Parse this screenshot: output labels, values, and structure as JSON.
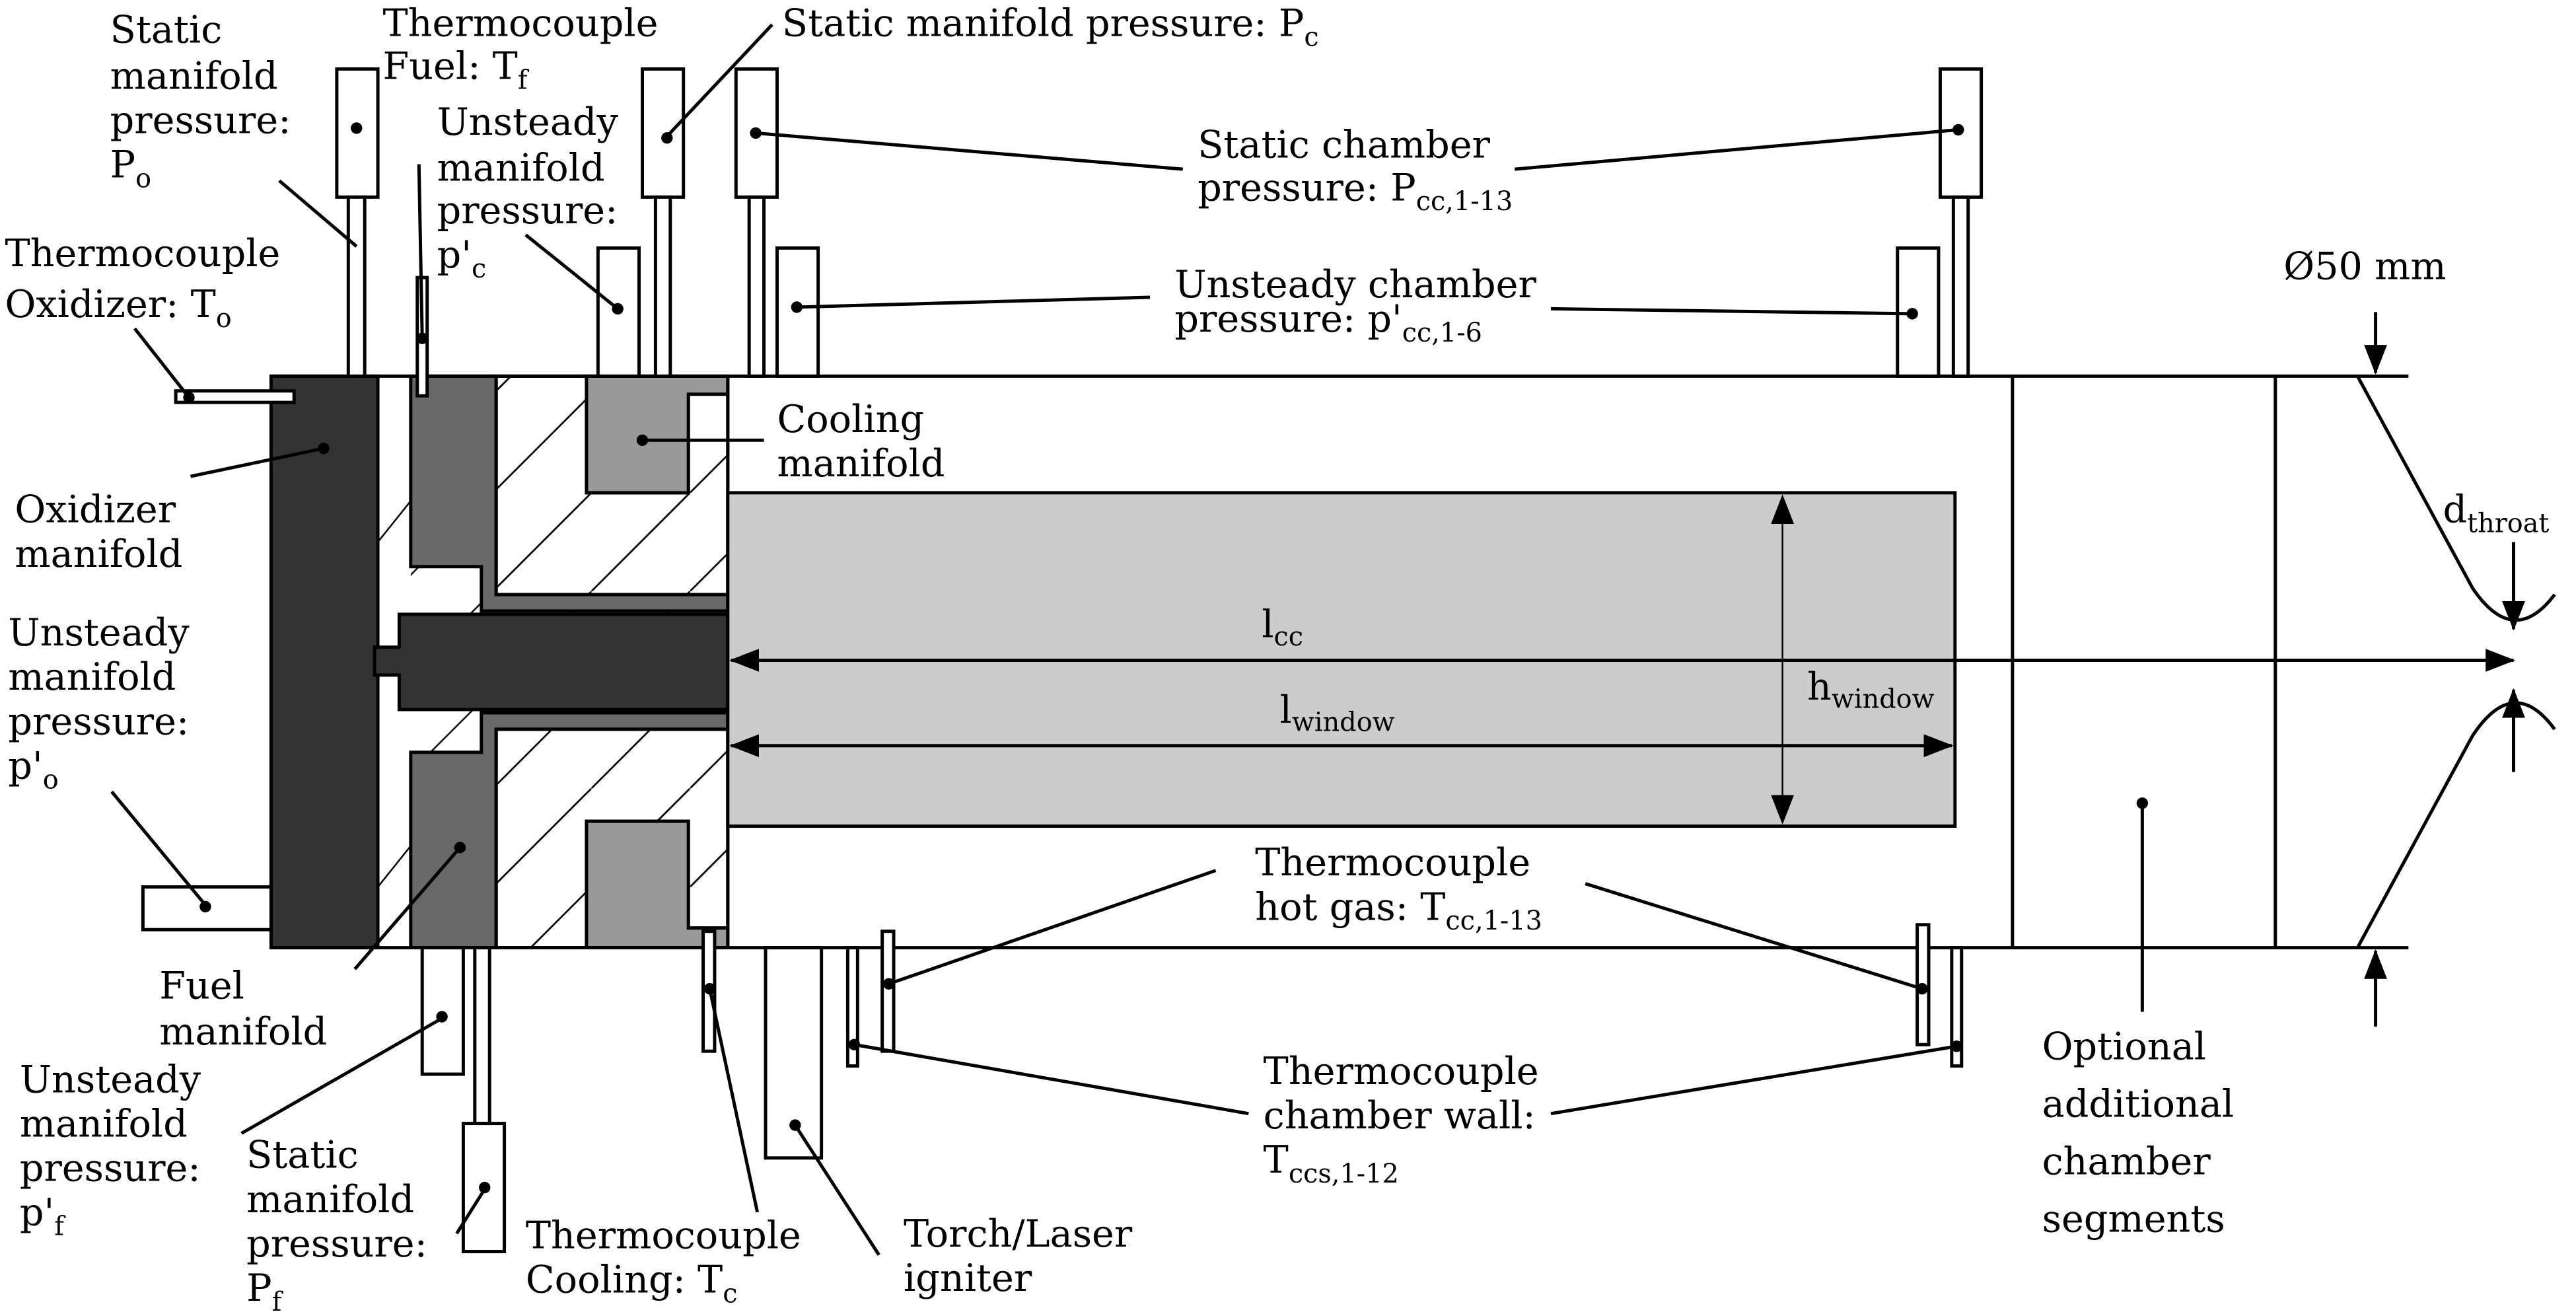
{
  "figure": {
    "description": "Schematic of combustion chamber test rig with instrumentation",
    "colors": {
      "oxidizer_manifold": "#333333",
      "fuel_manifold": "#696969",
      "cooling_manifold": "#999999",
      "window": "#cccccc",
      "line": "#000000",
      "background": "#ffffff"
    }
  },
  "labels": {
    "static_po": {
      "lines": [
        "Static",
        "manifold",
        "pressure:"
      ],
      "symbol": "P",
      "subscript": "o"
    },
    "tc_fuel": {
      "line1": "Thermocouple",
      "line2_prefix": "Fuel: ",
      "symbol": "T",
      "subscript": "f"
    },
    "static_pc": {
      "prefix": "Static manifold pressure: ",
      "symbol": "P",
      "subscript": "c"
    },
    "unsteady_pc": {
      "lines": [
        "Unsteady",
        "manifold",
        "pressure:"
      ],
      "symbol": "p'",
      "subscript": "c"
    },
    "static_pcc": {
      "line1": "Static chamber",
      "line2_prefix": "pressure: ",
      "symbol": "P",
      "subscript": "cc,1-13"
    },
    "unsteady_pcc": {
      "line1": "Unsteady chamber",
      "line2_prefix": "pressure: ",
      "symbol": "p'",
      "subscript": "cc,1-6"
    },
    "tc_oxidizer": {
      "line1": "Thermocouple",
      "line2_prefix": "Oxidizer: ",
      "symbol": "T",
      "subscript": "o"
    },
    "diameter": "Ø50 mm",
    "cooling_manifold": {
      "lines": [
        "Cooling",
        "manifold"
      ]
    },
    "oxidizer_manifold": {
      "lines": [
        "Oxidizer",
        "manifold"
      ]
    },
    "unsteady_po": {
      "lines": [
        "Unsteady",
        "manifold",
        "pressure:"
      ],
      "symbol": "p'",
      "subscript": "o"
    },
    "d_throat": {
      "symbol": "d",
      "subscript": "throat"
    },
    "l_cc": {
      "symbol": "l",
      "subscript": "cc"
    },
    "h_window": {
      "symbol": "h",
      "subscript": "window"
    },
    "l_window": {
      "symbol": "l",
      "subscript": "window"
    },
    "tc_hotgas": {
      "line1": "Thermocouple",
      "line2_prefix": "hot gas: ",
      "symbol": "T",
      "subscript": "cc,1-13"
    },
    "fuel_manifold": {
      "lines": [
        "Fuel",
        "manifold"
      ]
    },
    "unsteady_pf": {
      "lines": [
        "Unsteady",
        "manifold",
        "pressure:"
      ],
      "symbol": "p'",
      "subscript": "f"
    },
    "static_pf": {
      "lines": [
        "Static",
        "manifold",
        "pressure:"
      ],
      "symbol": "P",
      "subscript": "f"
    },
    "tc_cooling": {
      "line1": "Thermocouple",
      "line2_prefix": "Cooling: ",
      "symbol": "T",
      "subscript": "c"
    },
    "igniter": {
      "lines": [
        "Torch/Laser",
        "igniter"
      ]
    },
    "tc_wall": {
      "line1": "Thermocouple",
      "line2": "chamber wall:",
      "symbol": "T",
      "subscript": "ccs,1-12"
    },
    "optional_segments": {
      "lines": [
        "Optional",
        "additional",
        "chamber",
        "segments"
      ]
    }
  }
}
